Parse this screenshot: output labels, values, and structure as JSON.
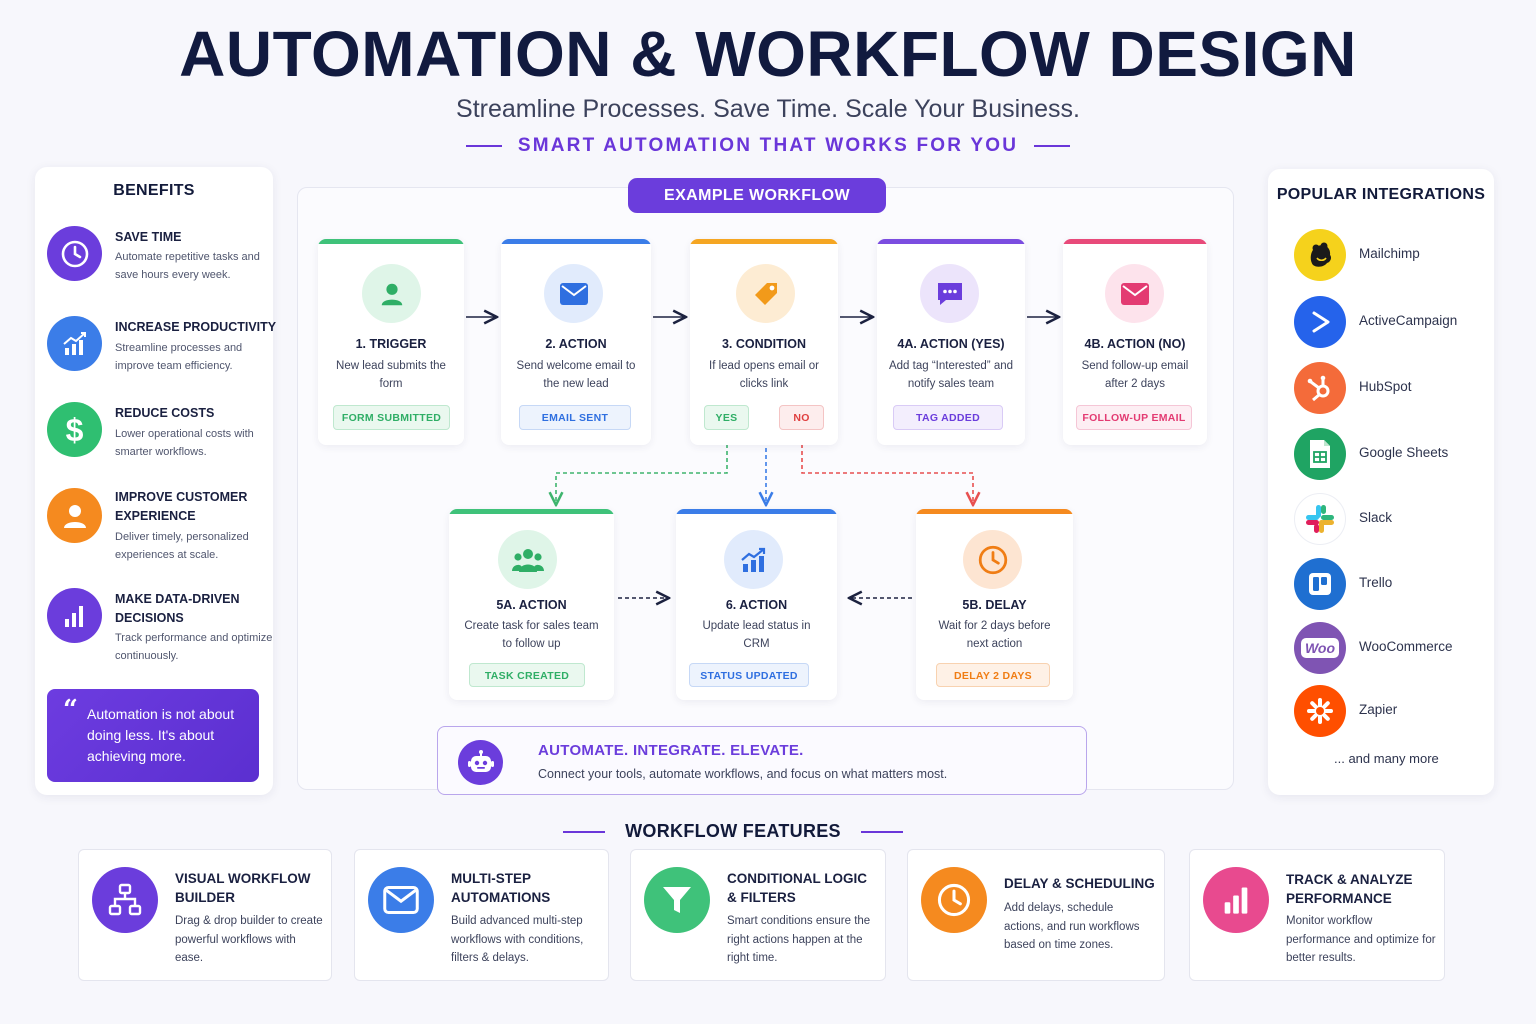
{
  "header": {
    "title": "AUTOMATION & WORKFLOW DESIGN",
    "subtitle": "Streamline Processes. Save Time. Scale Your Business.",
    "tagline": "SMART AUTOMATION THAT WORKS FOR YOU"
  },
  "benefits": {
    "title": "BENEFITS",
    "items": [
      {
        "title": "SAVE TIME",
        "desc": "Automate repetitive tasks and save hours every week.",
        "icon": "clock-icon",
        "color": "#6b3ddc"
      },
      {
        "title": "INCREASE PRODUCTIVITY",
        "desc": "Streamline processes and improve team efficiency.",
        "icon": "growth-chart-icon",
        "color": "#3b7de8"
      },
      {
        "title": "REDUCE COSTS",
        "desc": "Lower operational costs with smarter workflows.",
        "icon": "dollar-icon",
        "color": "#2fbf71"
      },
      {
        "title": "IMPROVE CUSTOMER EXPERIENCE",
        "desc": "Deliver timely, personalized experiences at scale.",
        "icon": "user-icon",
        "color": "#f58a1f"
      },
      {
        "title": "MAKE DATA-DRIVEN DECISIONS",
        "desc": "Track performance and optimize continuously.",
        "icon": "bar-chart-icon",
        "color": "#6b3ddc"
      }
    ],
    "quote": "Automation is not about doing less. It's about achieving more."
  },
  "workflow": {
    "badge": "EXAMPLE WORKFLOW",
    "cards": [
      {
        "title": "1. TRIGGER",
        "desc": "New lead submits the form",
        "status": "FORM SUBMITTED",
        "color": "#3fc27a",
        "icon": "user-icon"
      },
      {
        "title": "2. ACTION",
        "desc": "Send welcome email to the new lead",
        "status": "EMAIL SENT",
        "color": "#3b7de8",
        "icon": "email-icon"
      },
      {
        "title": "3. CONDITION",
        "desc": "If lead opens email or clicks link",
        "status_yes": "YES",
        "status_no": "NO",
        "color": "#f5a623",
        "icon": "tag-icon"
      },
      {
        "title": "4A. ACTION (YES)",
        "desc": "Add tag “Interested” and notify sales team",
        "status": "TAG ADDED",
        "color": "#7b4de0",
        "icon": "chat-icon"
      },
      {
        "title": "4B. ACTION (NO)",
        "desc": "Send follow-up email after 2 days",
        "status": "FOLLOW-UP EMAIL",
        "color": "#e84a7a",
        "icon": "email-icon"
      },
      {
        "title": "5A. ACTION",
        "desc": "Create task for sales team to follow up",
        "status": "TASK CREATED",
        "color": "#3fc27a",
        "icon": "team-icon"
      },
      {
        "title": "6. ACTION",
        "desc": "Update lead status in CRM",
        "status": "STATUS UPDATED",
        "color": "#3b7de8",
        "icon": "growth-chart-icon"
      },
      {
        "title": "5B. DELAY",
        "desc": "Wait for 2 days before next action",
        "status": "DELAY 2 DAYS",
        "color": "#f58a1f",
        "icon": "clock-icon"
      }
    ],
    "banner": {
      "title": "AUTOMATE. INTEGRATE. ELEVATE.",
      "desc": "Connect your tools, automate workflows, and focus on what matters most."
    }
  },
  "integrations": {
    "title": "POPULAR INTEGRATIONS",
    "items": [
      {
        "name": "Mailchimp",
        "color": "#f5d21c",
        "icon": "mailchimp-icon"
      },
      {
        "name": "ActiveCampaign",
        "color": "#2563eb",
        "icon": "activecampaign-icon"
      },
      {
        "name": "HubSpot",
        "color": "#f46b3a",
        "icon": "hubspot-icon"
      },
      {
        "name": "Google Sheets",
        "color": "#1fa463",
        "icon": "google-sheets-icon"
      },
      {
        "name": "Slack",
        "color": "#ffffff",
        "icon": "slack-icon"
      },
      {
        "name": "Trello",
        "color": "#1f6fd1",
        "icon": "trello-icon"
      },
      {
        "name": "WooCommerce",
        "color": "#7f54b3",
        "icon": "woocommerce-icon"
      },
      {
        "name": "Zapier",
        "color": "#ff4f00",
        "icon": "zapier-icon"
      }
    ],
    "more": "... and many more",
    "woo_text": "Woo"
  },
  "features": {
    "title": "WORKFLOW FEATURES",
    "items": [
      {
        "title": "VISUAL WORKFLOW BUILDER",
        "desc": "Drag & drop builder to create powerful workflows with ease.",
        "color": "#6b3ddc",
        "icon": "sitemap-icon"
      },
      {
        "title": "MULTI-STEP AUTOMATIONS",
        "desc": "Build advanced multi-step workflows with conditions, filters & delays.",
        "color": "#3b7de8",
        "icon": "email-icon"
      },
      {
        "title": "CONDITIONAL LOGIC & FILTERS",
        "desc": "Smart conditions ensure the right actions happen at the right time.",
        "color": "#3fc27a",
        "icon": "filter-icon"
      },
      {
        "title": "DELAY & SCHEDULING",
        "desc": "Add delays, schedule actions, and run workflows based on time zones.",
        "color": "#f58a1f",
        "icon": "clock-icon"
      },
      {
        "title": "TRACK & ANALYZE PERFORMANCE",
        "desc": "Monitor workflow performance and optimize for better results.",
        "color": "#e84a8f",
        "icon": "bar-chart-icon"
      }
    ]
  }
}
